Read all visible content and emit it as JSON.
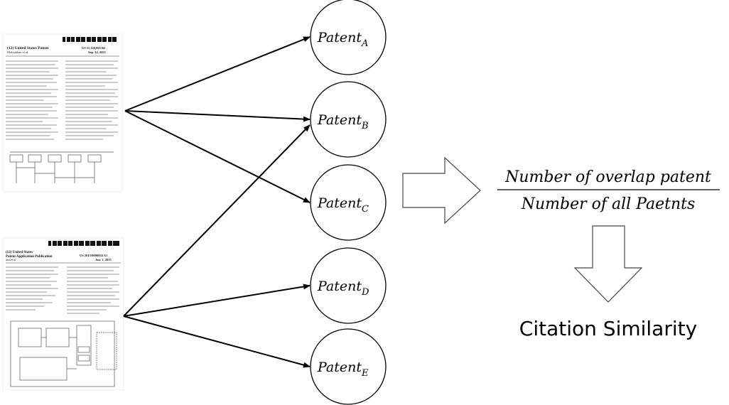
{
  "source_docs": [
    {
      "header_line1": "(12) United States Patent",
      "header_line2": "Mohaddam et al.",
      "patent_no": "US 11,126,065 B2",
      "date": "Sep. 14, 2021"
    },
    {
      "header_line1": "(12) United States",
      "header_line2": "Patent Application Publication",
      "header_line3": "Jain et al.",
      "patent_no": "US 2015/0006924 A1",
      "date": "Jan. 1, 2015"
    }
  ],
  "patents": [
    {
      "name": "Patent",
      "sub": "A"
    },
    {
      "name": "Patent",
      "sub": "B"
    },
    {
      "name": "Patent",
      "sub": "C"
    },
    {
      "name": "Patent",
      "sub": "D"
    },
    {
      "name": "Patent",
      "sub": "E"
    }
  ],
  "formula": {
    "numerator": "Number of overlap patent",
    "denominator": "Number of all Paetnts"
  },
  "result_label": "Citation Similarity"
}
